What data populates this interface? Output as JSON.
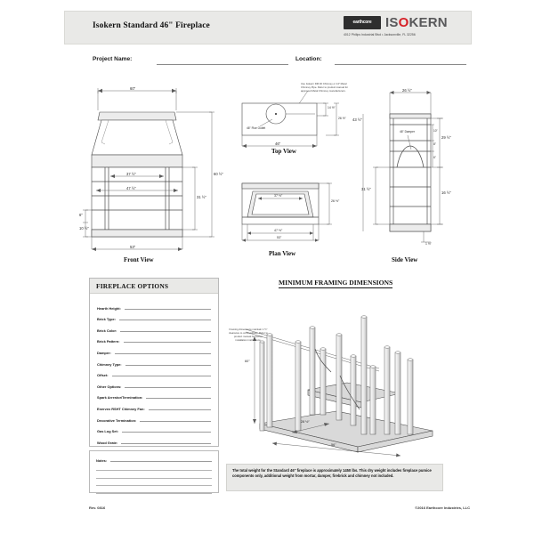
{
  "header": {
    "title": "Isokern Standard 46\" Fireplace",
    "brand_box_text": "earthcore",
    "brand_name": "ISOKERN",
    "address": "4012 Philips Industrial Blvd • Jacksonville, FL 32256"
  },
  "fields": {
    "project_name_label": "Project Name:",
    "location_label": "Location:"
  },
  "views": {
    "front": {
      "name": "Front View",
      "dims": {
        "top_width": "60\"",
        "overall_height": "60 ½\"",
        "opening_width_upper": "37 ½\"",
        "opening_width_lower": "47 ½\"",
        "opening_height": "31 ½\"",
        "hearth_a": "6\"",
        "hearth_b": "10 ½\"",
        "base_width": "53\""
      }
    },
    "top": {
      "name": "Top View",
      "dims": {
        "width": "46\"",
        "depth_partial": "14 ½\"",
        "depth": "26 ½\""
      },
      "flue_label": "46\" Flue Outlet",
      "callout": "Use Isokern DM 46 Chimney or 14\" Metal Chimney Pipe. Refer to product manual for approved Metal Chimney manufacturers."
    },
    "plan": {
      "name": "Plan View",
      "dims": {
        "inner_width": "37 ½\"",
        "mid_width": "47 ½\"",
        "outer_width": "53\"",
        "depth": "26 ½\""
      }
    },
    "side": {
      "name": "Side View",
      "dims": {
        "top_width": "26 ½\"",
        "overall_height": "43 ½\"",
        "body_height": "31 ½\"",
        "upper_height": "29 ½\"",
        "lower_height": "16 ½\"",
        "damper_label": "46\" Damper",
        "inner_a": "10\"",
        "inner_b": "8\"",
        "inner_c": "6\"",
        "base": "1 ½\""
      }
    }
  },
  "options": {
    "title": "FIREPLACE OPTIONS",
    "items": [
      "Hearth Height:",
      "Brick Type:",
      "Brick Color:",
      "Brick Pattern:",
      "Damper:",
      "Chimney Type:",
      "Offset:",
      "Other Options:",
      "Spark Arrestor/Termination:",
      "Enervex RSHT Chimney Fan:",
      "Decorative Termination:",
      "Gas Log Set:",
      "Wood Grate:"
    ]
  },
  "notes": {
    "label": "Notes:"
  },
  "framing": {
    "title": "MINIMUM FRAMING DIMENSIONS",
    "side_note": "Framing dimensions maintain 1 ½\" clearance to combustibles. Refer to product manual for further installation instructions.",
    "dims": {
      "height": "60\"",
      "depth": "28 ½\"",
      "width": "56\""
    }
  },
  "weight_note": "The total weight for the Standard 46\" fireplace is approximately 1450 lbs. This dry weight includes fireplace pumice components only, additional weight from mortar, damper, firebrick and chimney not included.",
  "footer": {
    "revision": "Rev. 0816",
    "copyright": "©2016 Earthcore Industries, LLC"
  }
}
